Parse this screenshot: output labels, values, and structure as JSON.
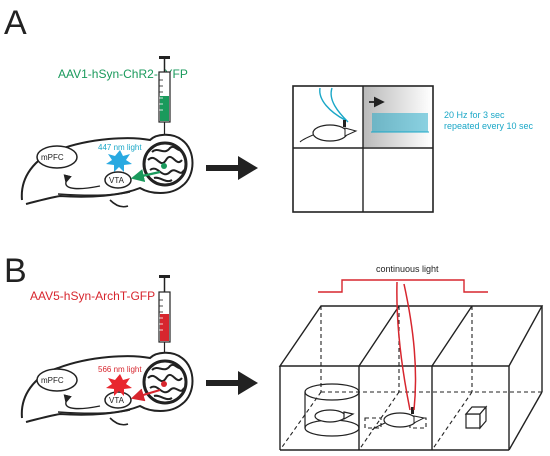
{
  "panel_a": {
    "letter": "A",
    "virus": "AAV1-hSyn-ChR2-eYFP",
    "light": "447 nm light",
    "region_mpfc": "mPFC",
    "region_vta": "VTA",
    "stim_line1": "20 Hz for 3 sec",
    "stim_line2": "repeated every 10 sec"
  },
  "panel_b": {
    "letter": "B",
    "virus": "AAV5-hSyn-ArchT-GFP",
    "light": "566 nm light",
    "region_mpfc": "mPFC",
    "region_vta": "VTA",
    "continuous": "continuous light"
  },
  "colors": {
    "green": "#1a9a5c",
    "blue": "#1aa7c7",
    "red": "#d7262e",
    "ink": "#222222"
  }
}
